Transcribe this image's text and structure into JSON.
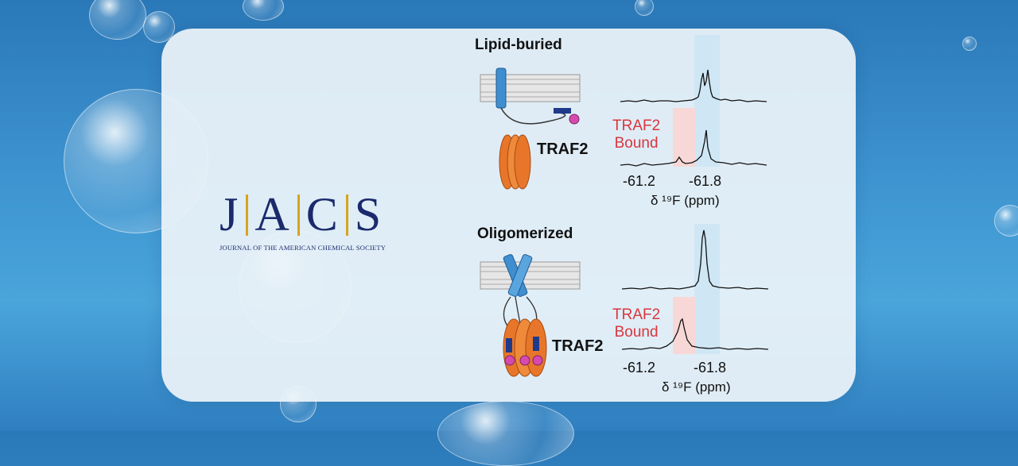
{
  "logo": {
    "letters": [
      "J",
      "A",
      "C",
      "S"
    ],
    "subtitle": "JOURNAL OF THE AMERICAN CHEMICAL SOCIETY"
  },
  "panel_top": {
    "heading": "Lipid-buried",
    "protein_label": "TRAF2",
    "bound_line1": "TRAF2",
    "bound_line2": "Bound",
    "tick1": "-61.2",
    "tick2": "-61.8",
    "axis_label": "δ ¹⁹F (ppm)"
  },
  "panel_bottom": {
    "heading": "Oligomerized",
    "protein_label": "TRAF2",
    "bound_line1": "TRAF2",
    "bound_line2": "Bound",
    "tick1": "-61.2",
    "tick2": "-61.8",
    "axis_label": "δ ¹⁹F (ppm)"
  },
  "colors": {
    "traf2": "#e8762a",
    "helix": "#3f8fd0",
    "highlight_blue": "#cfe6f5",
    "highlight_red": "#f7d8d6",
    "label_red": "#d9363e"
  }
}
